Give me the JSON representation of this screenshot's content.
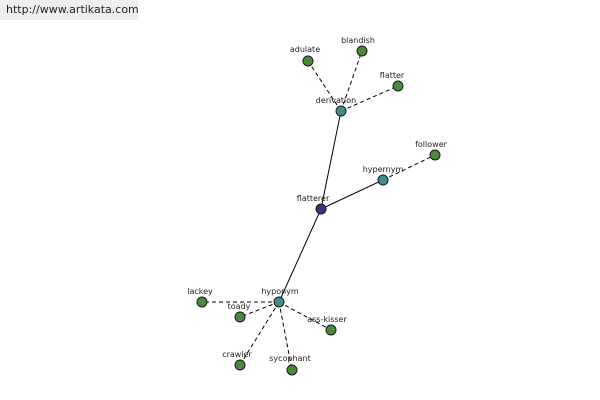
{
  "banner": {
    "url": "http://www.artikata.com"
  },
  "graph": {
    "colors": {
      "center": "#34357e",
      "relation": "#3f8f8f",
      "leaf": "#4a8a3a"
    },
    "center": {
      "word": "flatterer"
    },
    "relations": [
      {
        "name": "derivation",
        "leaves": [
          "adulate",
          "blandish",
          "flatter"
        ]
      },
      {
        "name": "hypernym",
        "leaves": [
          "follower"
        ]
      },
      {
        "name": "hyponym",
        "leaves": [
          "lackey",
          "toady",
          "ass-kisser",
          "crawler",
          "sycophant"
        ]
      }
    ]
  }
}
